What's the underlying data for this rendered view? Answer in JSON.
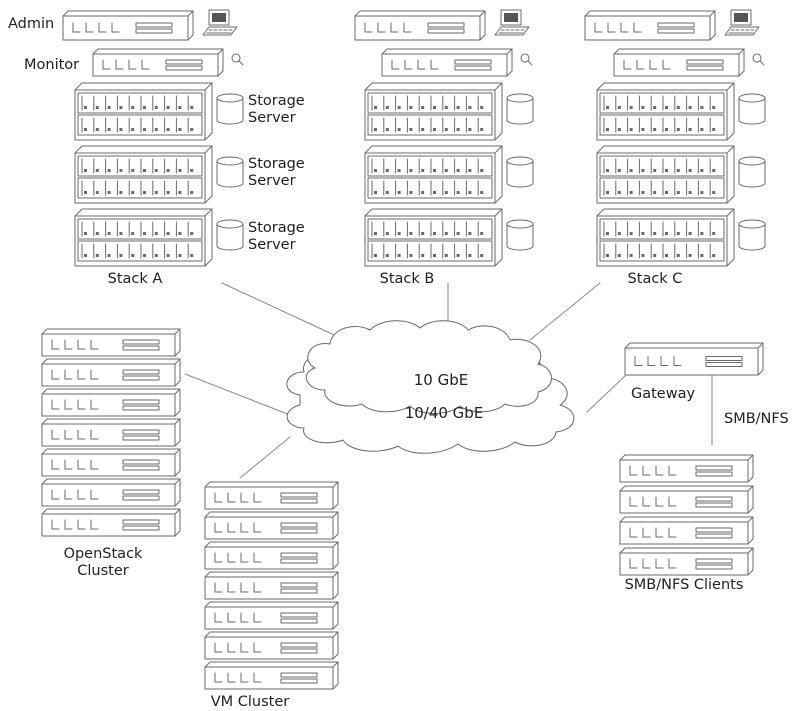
{
  "labels": {
    "admin": "Admin",
    "monitor": "Monitor",
    "storage_server": "Storage\nServer",
    "stack_a": "Stack A",
    "stack_b": "Stack B",
    "stack_c": "Stack C",
    "network_10gbe": "10 GbE",
    "network_10_40gbe": "10/40 GbE",
    "gateway": "Gateway",
    "smb_nfs": "SMB/NFS",
    "openstack_cluster": "OpenStack\nCluster",
    "vm_cluster": "VM Cluster",
    "smb_nfs_clients": "SMB/NFS Clients"
  },
  "icons": {
    "admin_terminal": "computer-terminal-icon",
    "monitor_magnifier": "magnifier-icon",
    "storage": "disk-cylinder-icon",
    "network": "cloud-icon"
  },
  "colors": {
    "stroke": "#6b6b6b",
    "text": "#222222",
    "background": "#ffffff"
  }
}
